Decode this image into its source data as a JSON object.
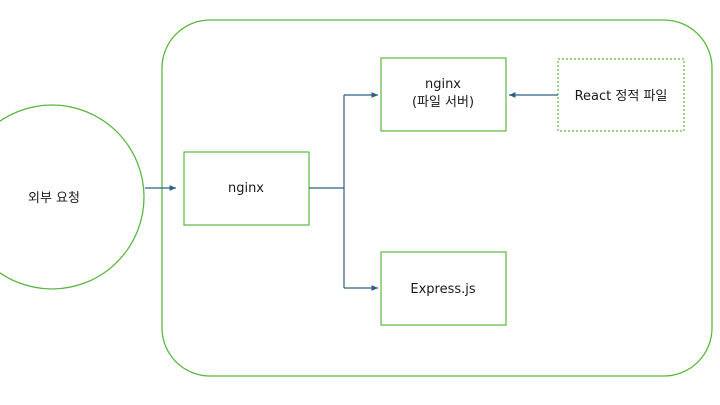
{
  "diagram": {
    "external_request_label": "외부 요청",
    "nginx_proxy_label": "nginx",
    "nginx_file_server_label_line1": "nginx",
    "nginx_file_server_label_line2": "(파일 서버)",
    "react_static_label": "React 정적 파일",
    "express_label": "Express.js"
  },
  "colors": {
    "border_green": "#5bb83f",
    "arrow_blue": "#2d5f86",
    "text": "#1a1a1a",
    "background": "#ffffff"
  }
}
